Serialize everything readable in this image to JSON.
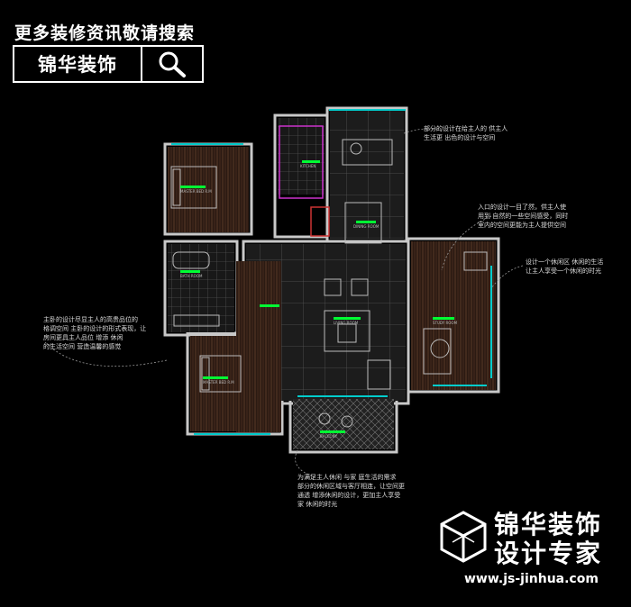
{
  "header": {
    "promo_text": "更多装修资讯敬请搜索",
    "brand_name": "锦华装饰"
  },
  "plan": {
    "room_labels": [
      "MASTER BED R.M",
      "BATH ROOM",
      "DINING ROOM",
      "BALCONY",
      "LIVING ROOM",
      "STUDY ROOM",
      "MASTER BED R.M",
      "KITCHEN"
    ],
    "notes": {
      "top_right": "部分的设计在给主人的 供主人\n生活更 出色的设计与空间",
      "right_middle": "入口的设计一目了然，供主人使\n用到 自然的一些空间感受，同时\n室内的空间更能为主人提供空间",
      "right_lower": "设计一个休闲区 休闲的生活\n让主人享受一个休闲的时光",
      "left": "主卧的设计尽显主人的高贵品位的\n格调空间 主卧的设计的形式表现，让\n房间更具主人品位 增添 休闲\n的生活空间 营造温馨的感觉",
      "bottom": "为满足主人休闲 与家 庭生活的需求\n部分的休闲区域与客厅相连，让空间更\n通透 增添休闲的设计，更加主人享受\n家 休闲的时光"
    }
  },
  "watermark": {
    "name": "锦华装饰",
    "subtitle": "设计专家",
    "url": "www.js-jinhua.com"
  },
  "colors": {
    "wall": "#cccccc",
    "window": "#00cccc",
    "accent_green": "#00ff33",
    "wood": "#3a2418",
    "tile": "#2a2a2a"
  }
}
